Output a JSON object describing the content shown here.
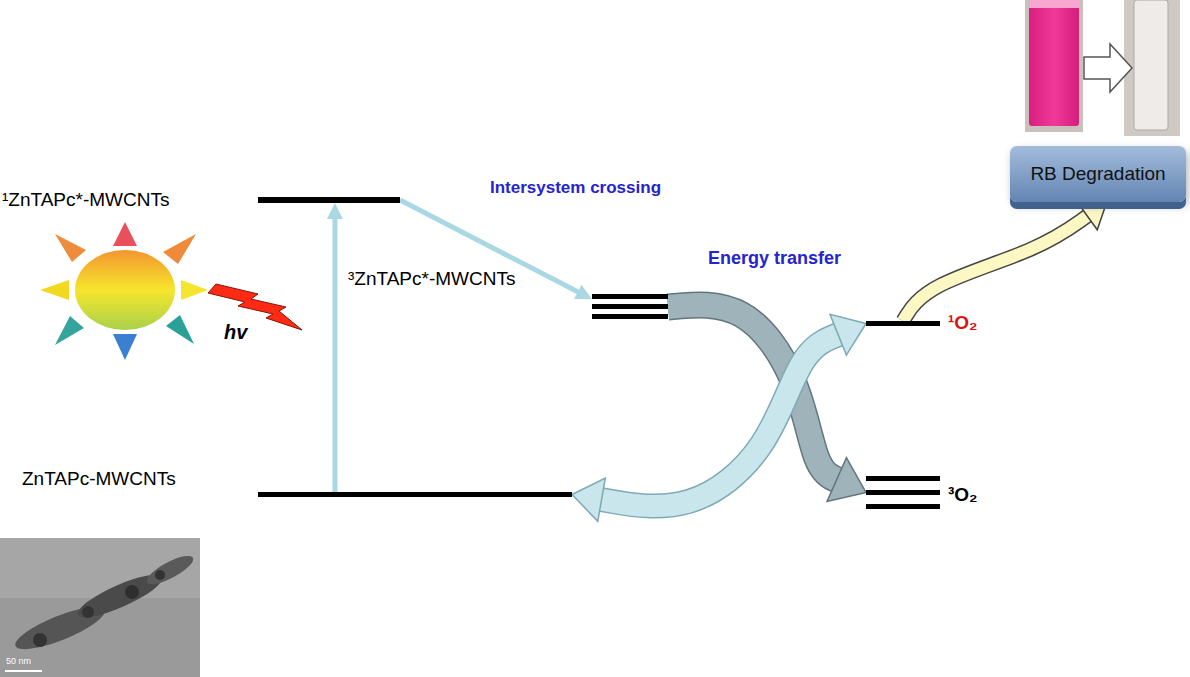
{
  "diagram": {
    "nodes": [
      {
        "text": [
          "¹ZnTAPc*-MWCNTs"
        ]
      },
      {
        "text": [
          "³ZnTAPc*-MWCNTs"
        ]
      },
      {
        "text": [
          "ZnTAPc-MWCNTs"
        ]
      },
      {
        "text": [
          "¹O₂"
        ]
      },
      {
        "text": [
          "³O₂"
        ]
      },
      {
        "text": [
          "RB Degradation"
        ]
      }
    ],
    "edges": [
      {
        "from": 2,
        "to": 0,
        "arrow": "to"
      },
      {
        "from": 0,
        "to": 1,
        "arrow": "to"
      },
      {
        "from": 1,
        "to": 4,
        "arrow": "to"
      },
      {
        "from": 2,
        "to": 3,
        "arrow": "both"
      },
      {
        "from": 3,
        "to": 5,
        "arrow": "to"
      }
    ],
    "labels": [
      "Intersystem crossing",
      "Energy transfer",
      "hv",
      "50 nm"
    ]
  }
}
